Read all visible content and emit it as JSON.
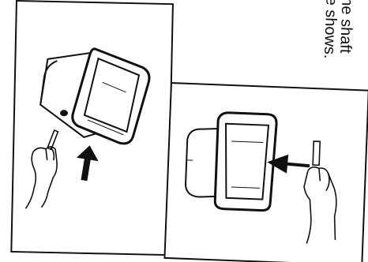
{
  "caption": {
    "line1": "ne shaft",
    "line2": "e shows."
  },
  "figures": {
    "left": {
      "arrow_direction": "up",
      "description_icon": "hand-inserting-shaft-icon"
    },
    "right": {
      "arrow_direction": "left",
      "description_icon": "hand-inserting-shaft-icon"
    }
  }
}
